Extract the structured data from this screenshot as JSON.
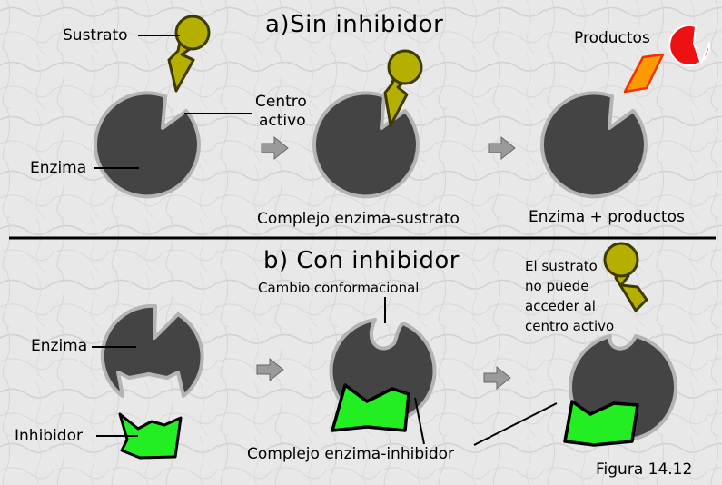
{
  "figure_label": "Figura 14.12",
  "panel_a": {
    "title": "a)Sin inhibidor",
    "label_sustrato": "Sustrato",
    "label_centro_activo": [
      "Centro",
      "activo"
    ],
    "label_enzima": "Enzima",
    "label_productos": "Productos",
    "caption_complejo": "Complejo enzima-sustrato",
    "caption_productos": "Enzima + productos"
  },
  "panel_b": {
    "title": "b) Con inhibidor",
    "label_cambio": "Cambio conformacional",
    "label_enzima": "Enzima",
    "label_inhibidor": "Inhibidor",
    "note_sustrato": [
      "El sustrato",
      "no puede",
      "acceder al",
      "centro activo"
    ],
    "caption_complejo": "Complejo enzima-inhibidor"
  },
  "colors": {
    "background": "#e9e9e9",
    "enzyme": "#444444",
    "enzyme_outline": "#b4b4b4",
    "substrate": "#b5b000",
    "substrate_outline": "#3e3a00",
    "inhibitor": "#22ee22",
    "inhibitor_outline": "#000000",
    "product_red": "#ee1111",
    "product_orange": "#ff9900",
    "arrow": "#9a9a9a"
  },
  "icons": [
    "process-arrow-icon",
    "enzyme-shape",
    "substrate-shape",
    "inhibitor-shape",
    "product-shape"
  ]
}
